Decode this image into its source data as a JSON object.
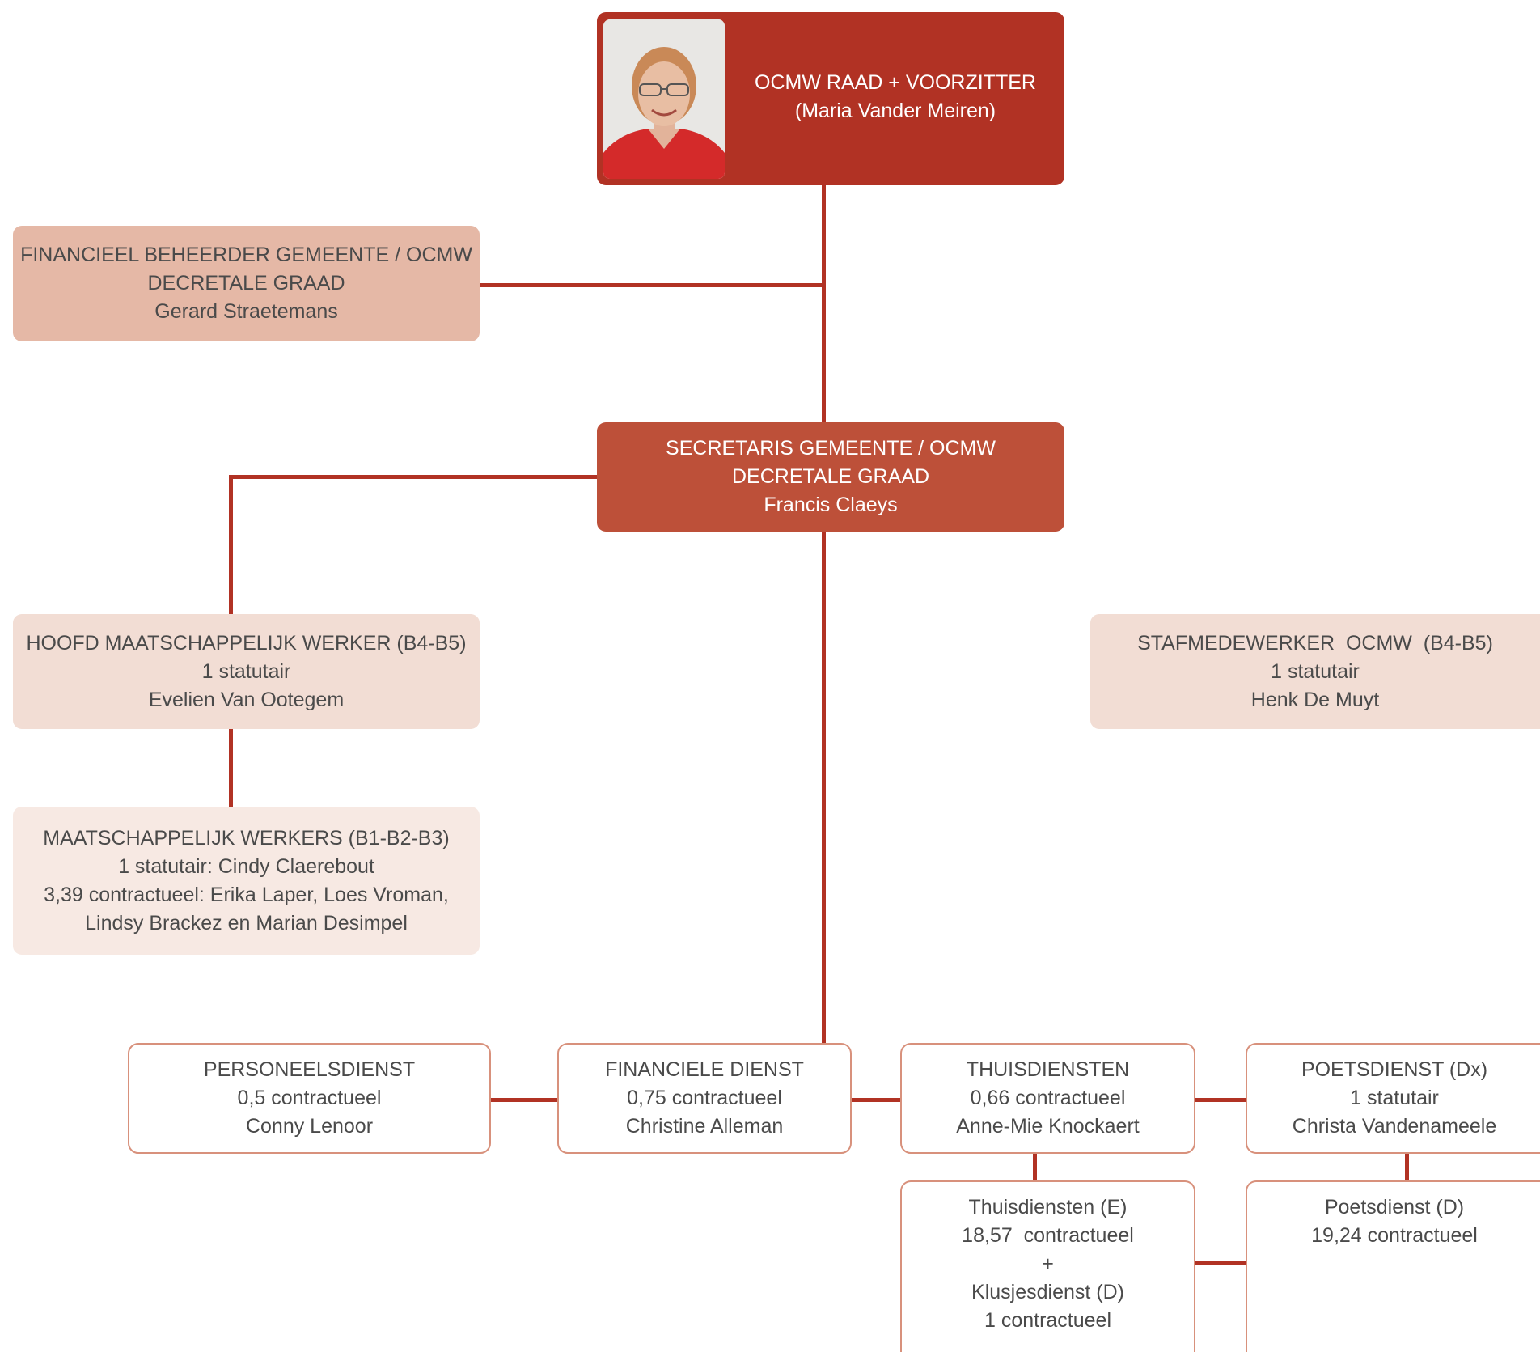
{
  "top": {
    "line1": "OCMW RAAD + VOORZITTER",
    "line2": "(Maria Vander Meiren)"
  },
  "financieel": {
    "line1": "FINANCIEEL BEHEERDER GEMEENTE / OCMW",
    "line2": "DECRETALE GRAAD",
    "line3": "Gerard Straetemans"
  },
  "secretaris": {
    "line1": "SECRETARIS GEMEENTE / OCMW",
    "line2": "DECRETALE GRAAD",
    "line3": "Francis Claeys"
  },
  "hoofd": {
    "line1": "HOOFD MAATSCHAPPELIJK WERKER (B4-B5)",
    "line2": "1 statutair",
    "line3": "Evelien Van Ootegem"
  },
  "staf": {
    "line1": "STAFMEDEWERKER  OCMW  (B4-B5)",
    "line2": "1 statutair",
    "line3": "Henk De Muyt"
  },
  "werkers": {
    "line1": "MAATSCHAPPELIJK WERKERS (B1-B2-B3)",
    "line2": "1 statutair: Cindy Claerebout",
    "line3": "3,39 contractueel: Erika Laper, Loes Vroman,",
    "line4": "Lindsy Brackez en Marian Desimpel"
  },
  "personeel": {
    "line1": "PERSONEELSDIENST",
    "line2": "0,5 contractueel",
    "line3": "Conny Lenoor"
  },
  "financiele": {
    "line1": "FINANCIELE DIENST",
    "line2": "0,75 contractueel",
    "line3": "Christine Alleman"
  },
  "thuis": {
    "line1": "THUISDIENSTEN",
    "line2": "0,66 contractueel",
    "line3": "Anne-Mie Knockaert"
  },
  "poets": {
    "line1": "POETSDIENST (Dx)",
    "line2": "1 statutair",
    "line3": "Christa Vandenameele"
  },
  "thuis_e": {
    "line1": "Thuisdiensten (E)",
    "line2": "18,57  contractueel",
    "line3": "+",
    "line4": "Klusjesdienst (D)",
    "line5": "1 contractueel"
  },
  "poets_d": {
    "line1": "Poetsdienst (D)",
    "line2": "19,24 contractueel"
  },
  "colors": {
    "connector": "#b13224",
    "top_box": "#b13224",
    "secretaris_box": "#bd5039",
    "financieel_box": "#e5b8a6",
    "mid_box": "#f2ddd4",
    "light_box": "#f7e9e3",
    "outline_border": "#d8917c"
  }
}
